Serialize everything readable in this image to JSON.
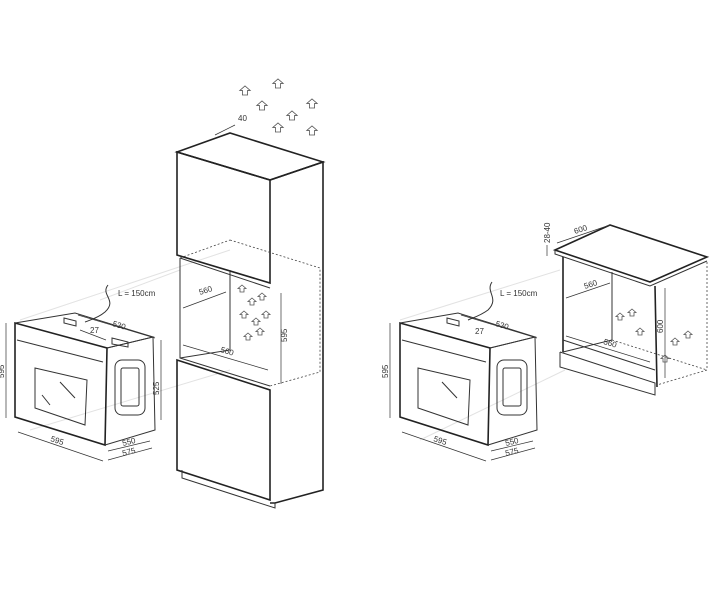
{
  "left_installation": {
    "oven": {
      "cable_length": "L = 150cm",
      "depth_top": "530",
      "offset": "27",
      "height_front": "595",
      "height_body": "525",
      "width": "595",
      "depth_body": "550",
      "depth_total": "575"
    },
    "tall_cabinet": {
      "vent_gap": "40",
      "niche_width_top": "560",
      "niche_width_bottom": "560",
      "niche_height": "595"
    }
  },
  "right_installation": {
    "oven": {
      "cable_length": "L = 150cm",
      "depth_top": "530",
      "offset": "27",
      "height_front": "595",
      "width": "595",
      "depth_body": "550",
      "depth_total": "575"
    },
    "base_cabinet": {
      "worktop_gap": "28-40",
      "worktop_depth": "600",
      "niche_width_top": "560",
      "niche_width_bottom": "560",
      "niche_height": "600"
    }
  }
}
